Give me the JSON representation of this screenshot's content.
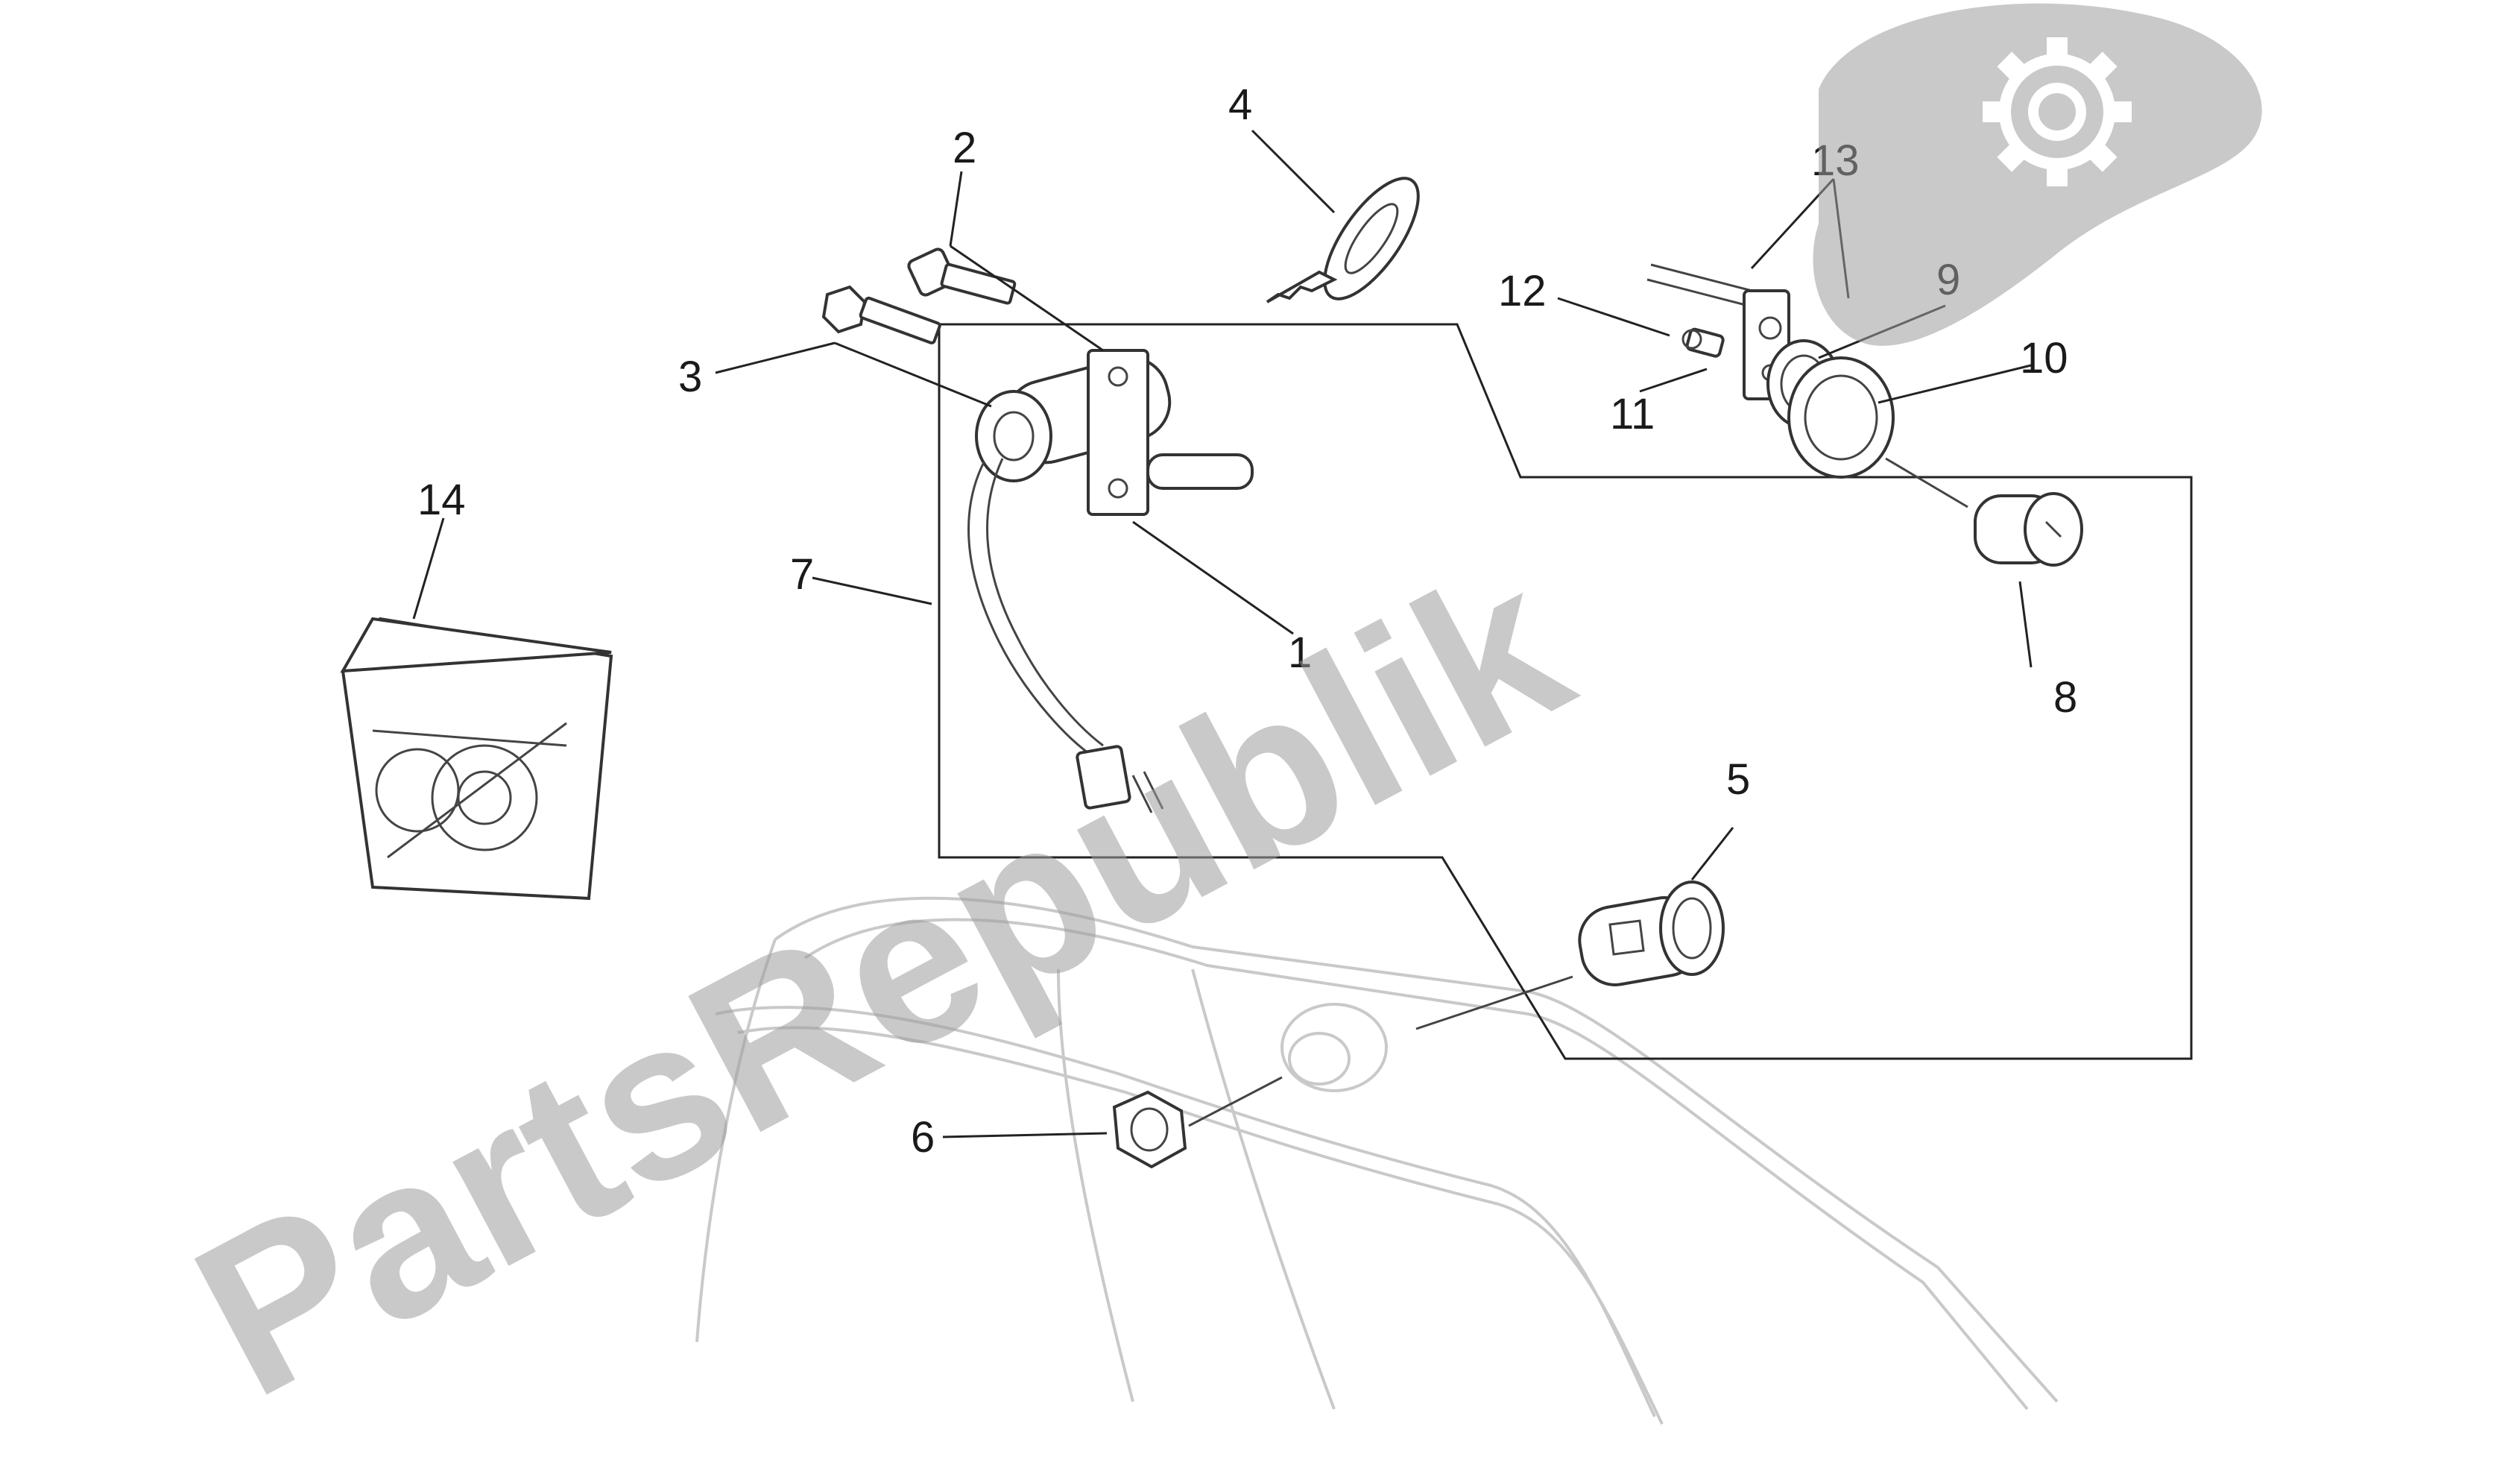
{
  "watermark": {
    "text": "PartsRepublik",
    "logo_icon": "gear-icon",
    "color": "#9c9c9c"
  },
  "callouts": [
    {
      "id": "1",
      "label": "1"
    },
    {
      "id": "2",
      "label": "2"
    },
    {
      "id": "3",
      "label": "3"
    },
    {
      "id": "4",
      "label": "4"
    },
    {
      "id": "5",
      "label": "5"
    },
    {
      "id": "6",
      "label": "6"
    },
    {
      "id": "7",
      "label": "7"
    },
    {
      "id": "8",
      "label": "8"
    },
    {
      "id": "9",
      "label": "9"
    },
    {
      "id": "10",
      "label": "10"
    },
    {
      "id": "11",
      "label": "11"
    },
    {
      "id": "12",
      "label": "12"
    },
    {
      "id": "13",
      "label": "13"
    },
    {
      "id": "14",
      "label": "14"
    }
  ]
}
